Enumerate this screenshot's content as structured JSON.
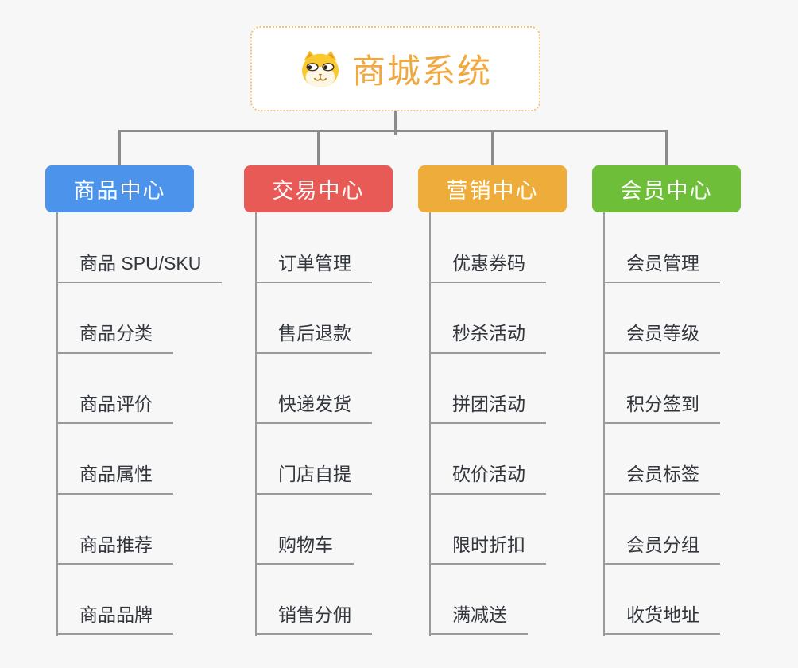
{
  "root": {
    "title": "商城系统",
    "icon": "shiba-dog-icon",
    "title_color": "#F0A841",
    "border_color": "#F2C57E"
  },
  "colors": {
    "background": "#F7F7F7",
    "connector": "#8C8C8C",
    "branch_line": "#9A9A9A",
    "item_text": "#33373D"
  },
  "branches": [
    {
      "label": "商品中心",
      "color": "#4C93EC",
      "items": [
        "商品 SPU/SKU",
        "商品分类",
        "商品评价",
        "商品属性",
        "商品推荐",
        "商品品牌"
      ]
    },
    {
      "label": "交易中心",
      "color": "#E85A55",
      "items": [
        "订单管理",
        "售后退款",
        "快递发货",
        "门店自提",
        "购物车",
        "销售分佣"
      ]
    },
    {
      "label": "营销中心",
      "color": "#EEAD3B",
      "items": [
        "优惠券码",
        "秒杀活动",
        "拼团活动",
        "砍价活动",
        "限时折扣",
        "满减送"
      ]
    },
    {
      "label": "会员中心",
      "color": "#6EBE3A",
      "items": [
        "会员管理",
        "会员等级",
        "积分签到",
        "会员标签",
        "会员分组",
        "收货地址"
      ]
    }
  ]
}
